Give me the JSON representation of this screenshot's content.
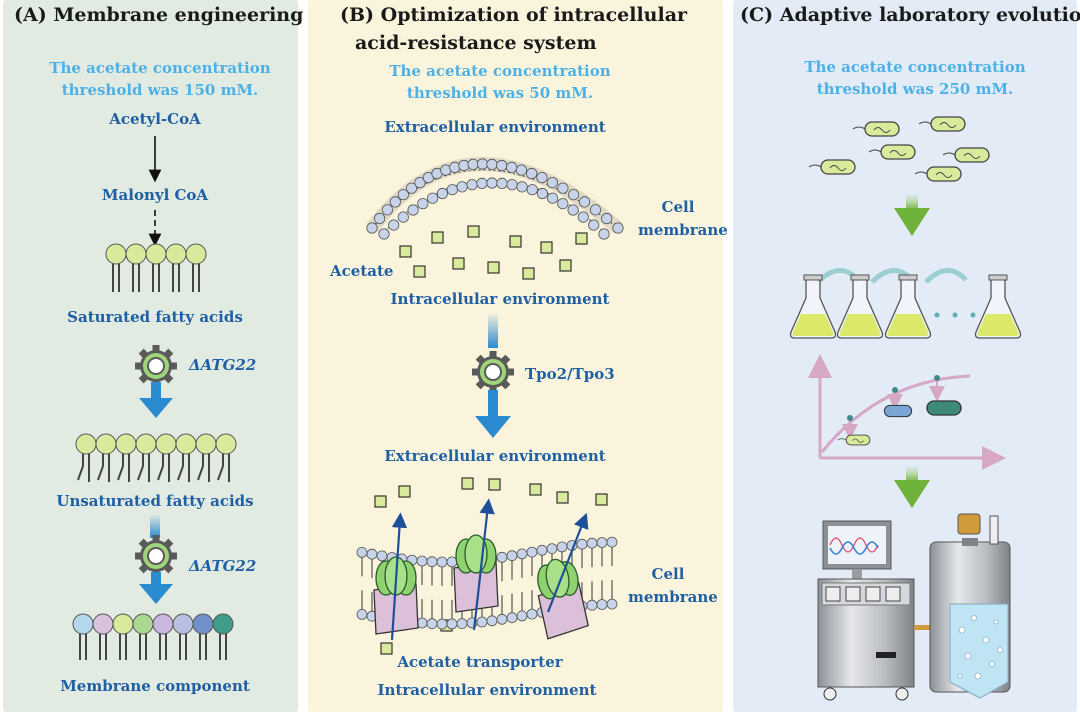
{
  "panelA": {
    "title": "(A) Membrane engineering",
    "threshold": "The acetate concentration threshold was 150 mM.",
    "step1": "Acetyl-CoA",
    "step2": "Malonyl CoA",
    "step3": "Saturated fatty acids",
    "gene1": "ΔATG22",
    "step4": "Unsaturated fatty acids",
    "gene2": "ΔATG22",
    "step5": "Membrane component"
  },
  "panelB": {
    "title_line1": "(B) Optimization of intracellular",
    "title_line2": "acid-resistance system",
    "threshold": "The acetate concentration threshold was 50 mM.",
    "extracellular_top": "Extracellular environment",
    "cell_membrane_top": "Cell membrane",
    "acetate": "Acetate",
    "intracellular_top": "Intracellular environment",
    "gene": "Tpo2/Tpo3",
    "extracellular_bottom": "Extracellular environment",
    "cell_membrane_bottom": "Cell membrane",
    "transporter": "Acetate transporter",
    "intracellular_bottom": "Intracellular environment"
  },
  "panelC": {
    "title": "(C) Adaptive laboratory evolution",
    "threshold": "The acetate concentration threshold was 250 mM."
  },
  "colors": {
    "panel_a_bg": "#e2ebe1",
    "panel_b_bg": "#fbf4dc",
    "panel_c_bg": "#e2ebf6",
    "label_blue": "#1f5fa3",
    "threshold_blue": "#4db1e6",
    "arrow_blue": "#2b8bd0",
    "lipid_green": "#d9ea9c",
    "gear_green": "#9fd57a",
    "reactor_steel": "#b9bcc0"
  }
}
